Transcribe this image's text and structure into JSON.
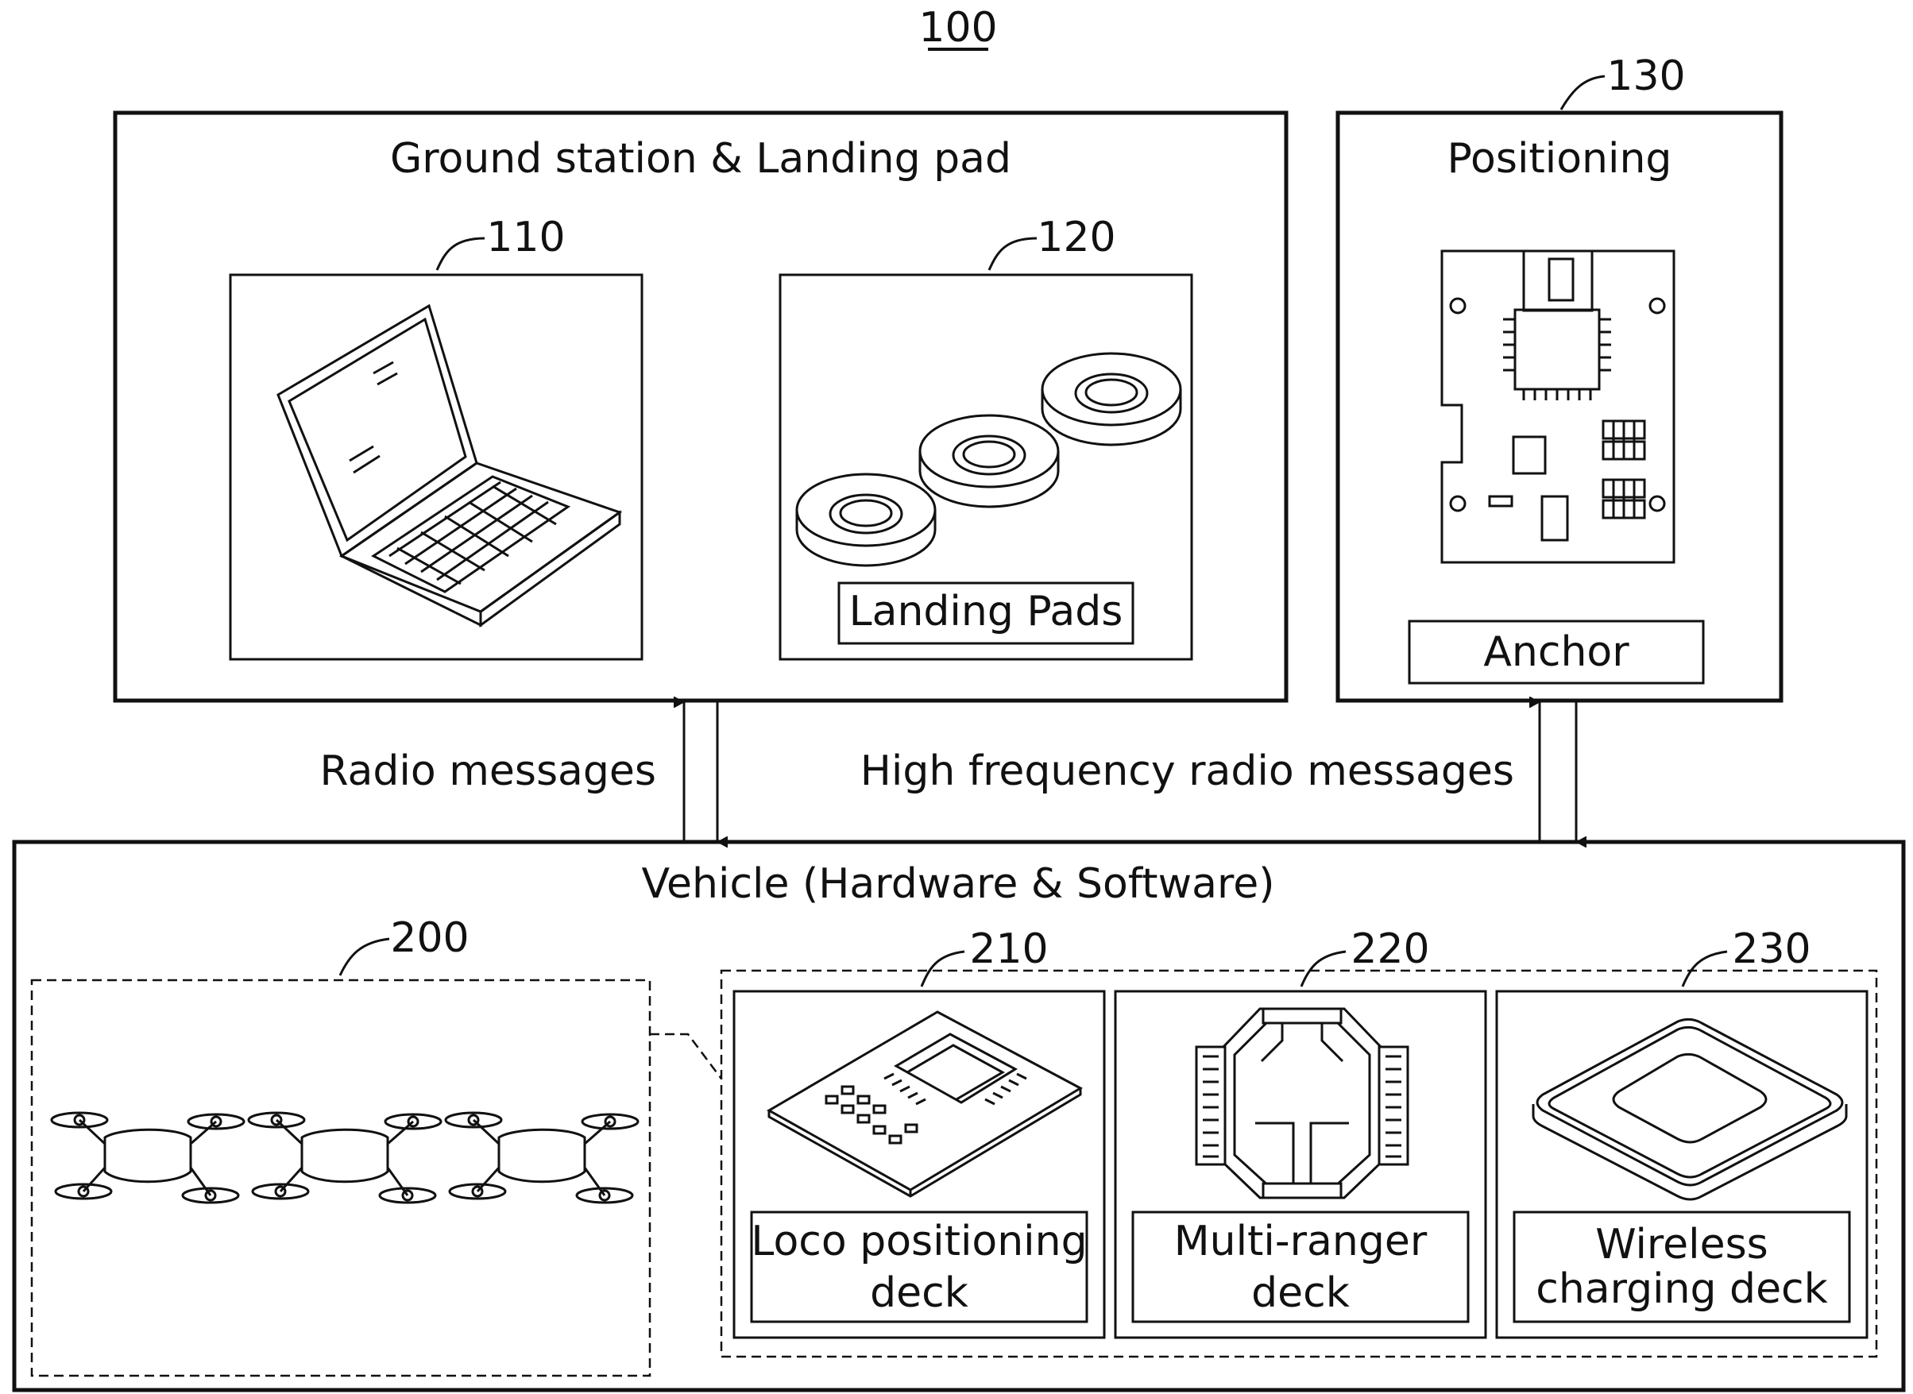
{
  "figure_number": "100",
  "ground_station": {
    "title": "Ground station & Landing pad",
    "ref_laptop": "110",
    "ref_pads": "120",
    "pads_label": "Landing Pads"
  },
  "positioning": {
    "ref": "130",
    "title": "Positioning",
    "anchor_label": "Anchor"
  },
  "links": {
    "radio": "Radio messages",
    "high_freq": "High frequency radio messages"
  },
  "vehicle": {
    "title": "Vehicle (Hardware & Software)",
    "ref_drones": "200",
    "decks": [
      {
        "ref": "210",
        "line1": "Loco positioning",
        "line2": "deck"
      },
      {
        "ref": "220",
        "line1": "Multi-ranger",
        "line2": "deck"
      },
      {
        "ref": "230",
        "line1": "Wireless",
        "line2": "charging deck"
      }
    ]
  },
  "colors": {
    "ink": "#111111",
    "paper": "#ffffff"
  }
}
